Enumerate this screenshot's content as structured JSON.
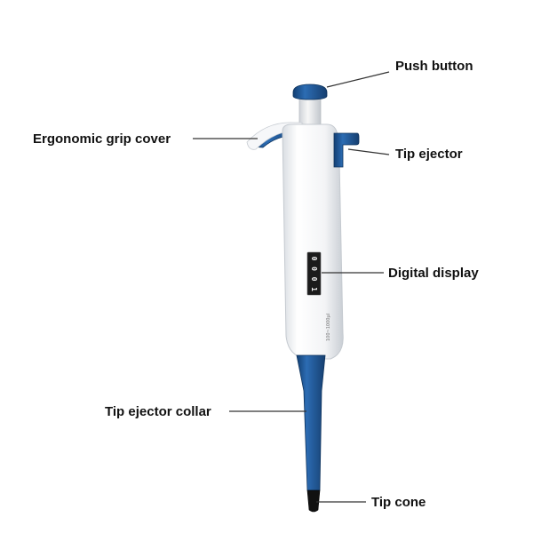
{
  "labels": {
    "push_button": "Push button",
    "grip_cover": "Ergonomic grip cover",
    "tip_ejector": "Tip ejector",
    "digital_display": "Digital display",
    "tip_ejector_collar": "Tip ejector collar",
    "tip_cone": "Tip cone"
  },
  "device": {
    "range_text": "100~1000µl",
    "display_digits": [
      "0",
      "0",
      "0",
      "1"
    ]
  },
  "colors": {
    "accent_blue": "#1f5a9c",
    "body_white": "#f4f5f7",
    "tip_black": "#111111"
  }
}
